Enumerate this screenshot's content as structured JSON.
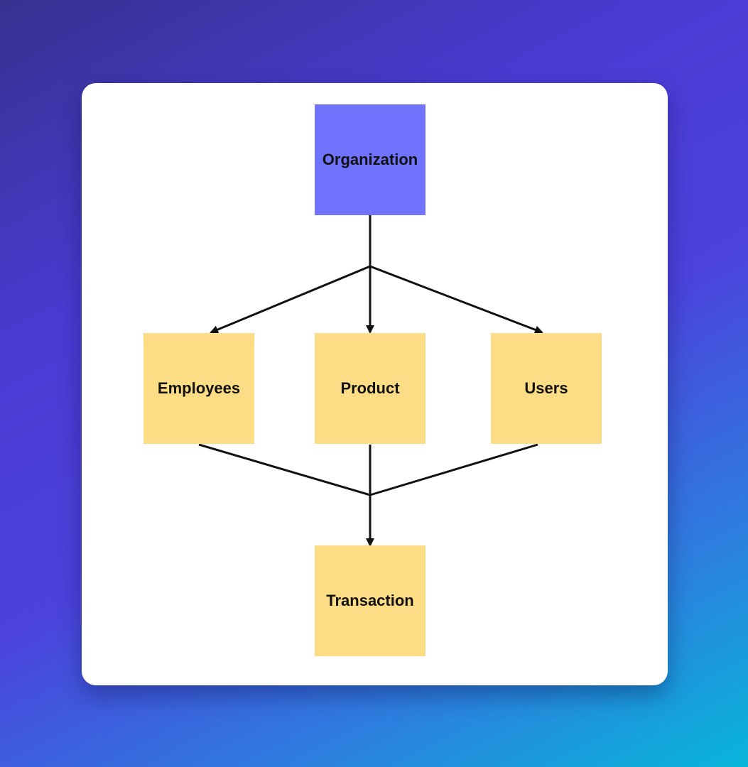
{
  "colors": {
    "root_node": "#7074fd",
    "child_node": "#fddc86",
    "connector": "#111111",
    "card": "#ffffff"
  },
  "nodes": {
    "organization": "Organization",
    "employees": "Employees",
    "product": "Product",
    "users": "Users",
    "transaction": "Transaction"
  }
}
